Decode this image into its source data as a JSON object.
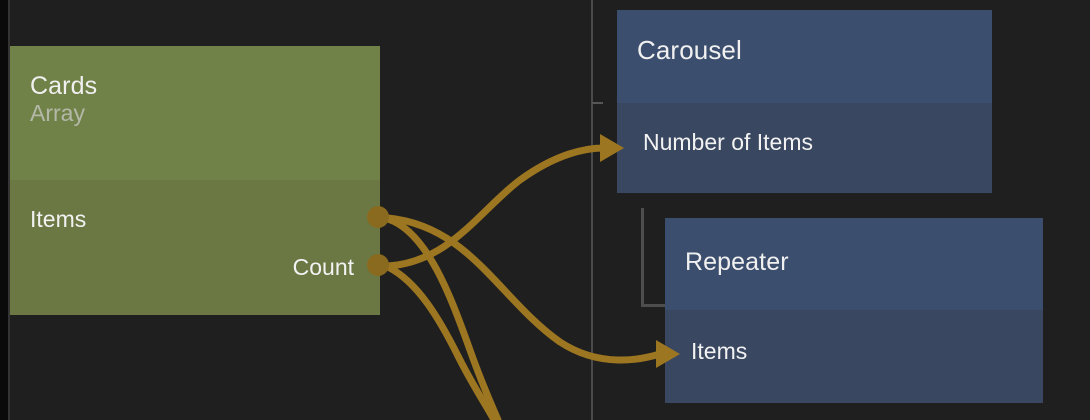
{
  "canvas": {
    "background_color": "#1f1f1f",
    "divider_color": "#4a4a4a",
    "wire_color": "#9c7620",
    "port_color": "#8a6a1f"
  },
  "nodes": [
    {
      "id": "cards",
      "title": "Cards",
      "subtitle": "Array",
      "kind": "source",
      "accent_color": "#718248",
      "body_color": "#6b7844",
      "outputs": [
        {
          "label": "Items",
          "align": "left"
        },
        {
          "label": "Count",
          "align": "right"
        }
      ]
    },
    {
      "id": "carousel",
      "title": "Carousel",
      "subtitle": "",
      "kind": "target",
      "accent_color": "#3c4e6d",
      "body_color": "#394760",
      "inputs": [
        {
          "label": "Number of Items"
        }
      ]
    },
    {
      "id": "repeater",
      "title": "Repeater",
      "subtitle": "",
      "kind": "target",
      "accent_color": "#3c4e6d",
      "body_color": "#394760",
      "inputs": [
        {
          "label": "Items"
        }
      ]
    }
  ],
  "connections": [
    {
      "from": "cards.Items",
      "to": "repeater.Items",
      "style": "curve"
    },
    {
      "from": "cards.Count",
      "to": "carousel.Number of Items",
      "style": "curve"
    },
    {
      "from": "cards.Items",
      "to": "offscreen-below",
      "style": "curve"
    },
    {
      "from": "cards.Count",
      "to": "offscreen-below",
      "style": "curve"
    }
  ]
}
